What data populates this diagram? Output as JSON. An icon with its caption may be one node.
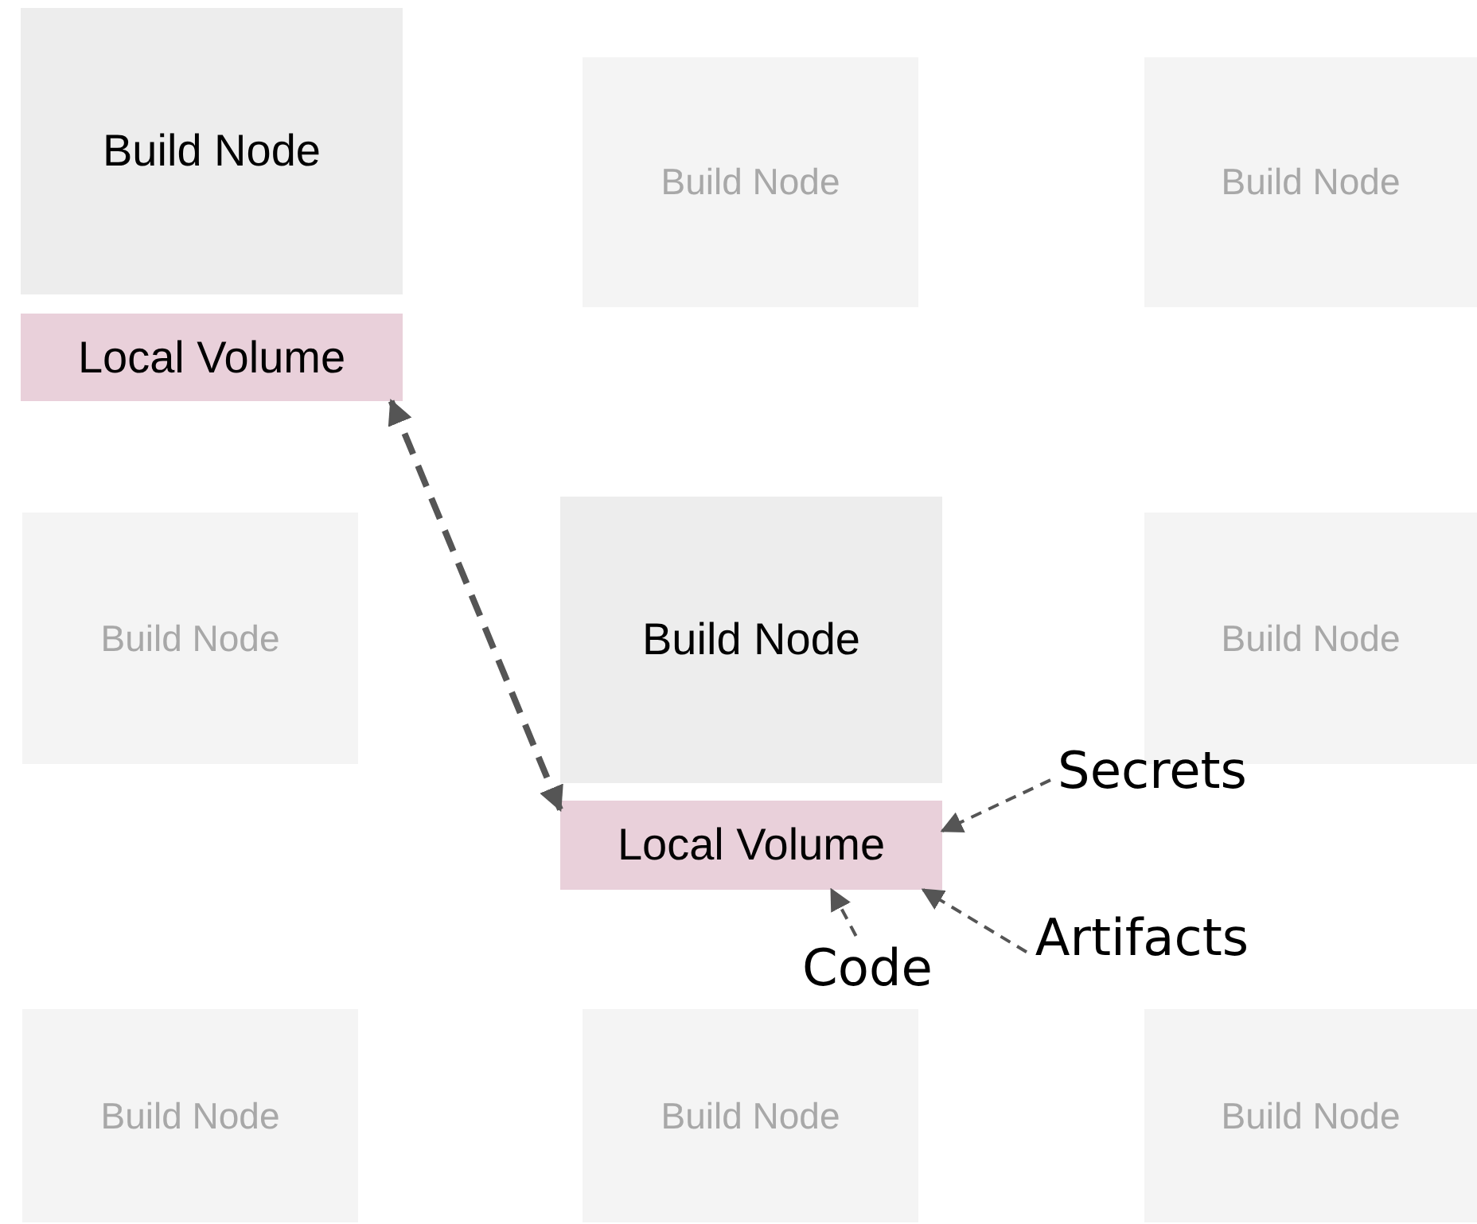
{
  "diagram": {
    "nodes": [
      {
        "text": [
          "Build Node"
        ]
      },
      {
        "text": [
          "Build Node"
        ]
      },
      {
        "text": [
          "Build Node"
        ]
      },
      {
        "text": [
          "Local Volume"
        ]
      },
      {
        "text": [
          "Build Node"
        ]
      },
      {
        "text": [
          "Build Node"
        ]
      },
      {
        "text": [
          "Build Node"
        ]
      },
      {
        "text": [
          "Secrets"
        ]
      },
      {
        "text": [
          "Local Volume"
        ]
      },
      {
        "text": [
          "Artifacts"
        ]
      },
      {
        "text": [
          "Code"
        ]
      },
      {
        "text": [
          "Build Node"
        ]
      },
      {
        "text": [
          "Build Node"
        ]
      },
      {
        "text": [
          "Build Node"
        ]
      }
    ],
    "edges": [
      {
        "from": 3,
        "to": 8,
        "arrow": "both",
        "style": "dashed"
      },
      {
        "from": 7,
        "to": 8,
        "arrow": "to",
        "style": "dashed"
      },
      {
        "from": 9,
        "to": 8,
        "arrow": "to",
        "style": "dashed"
      },
      {
        "from": 10,
        "to": 8,
        "arrow": "to",
        "style": "dashed"
      }
    ]
  }
}
